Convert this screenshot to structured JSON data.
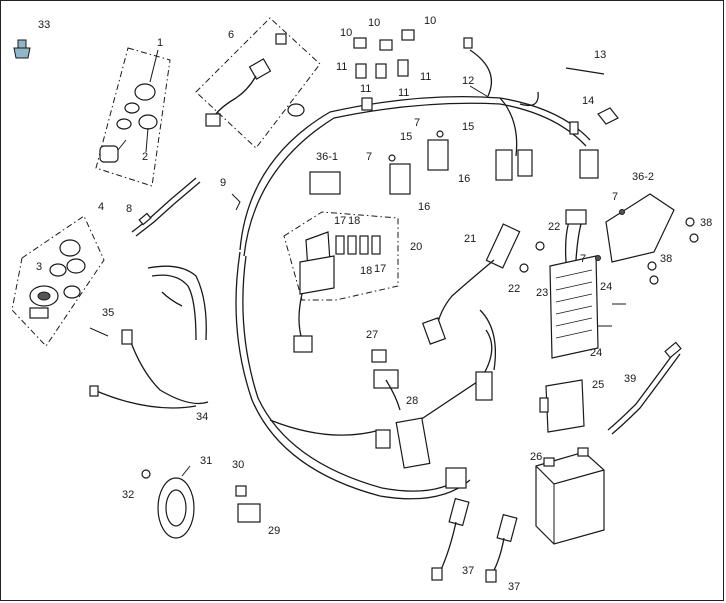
{
  "callouts": {
    "c1": "1",
    "c2": "2",
    "c3": "3",
    "c4": "4",
    "c6": "6",
    "c7a": "7",
    "c7b": "7",
    "c7c": "7",
    "c7d": "7",
    "c8": "8",
    "c9": "9",
    "c10a": "10",
    "c10b": "10",
    "c10c": "10",
    "c11a": "11",
    "c11b": "11",
    "c11c": "11",
    "c11d": "11",
    "c12": "12",
    "c13": "13",
    "c14": "14",
    "c15a": "15",
    "c15b": "15",
    "c16a": "16",
    "c16b": "16",
    "c17a": "17",
    "c17b": "17",
    "c18a": "18",
    "c18b": "18",
    "c20": "20",
    "c21": "21",
    "c22a": "22",
    "c22b": "22",
    "c23": "23",
    "c24a": "24",
    "c24b": "24",
    "c25": "25",
    "c26": "26",
    "c27": "27",
    "c28": "28",
    "c29": "29",
    "c30": "30",
    "c31": "31",
    "c32": "32",
    "c33": "33",
    "c34": "34",
    "c35": "35",
    "c36_1": "36-1",
    "c36_2": "36-2",
    "c37a": "37",
    "c37b": "37",
    "c38a": "38",
    "c38b": "38",
    "c39": "39"
  },
  "colors": {
    "ink": "#1a1a1a",
    "accent_part_33": "#8fb6c9"
  }
}
